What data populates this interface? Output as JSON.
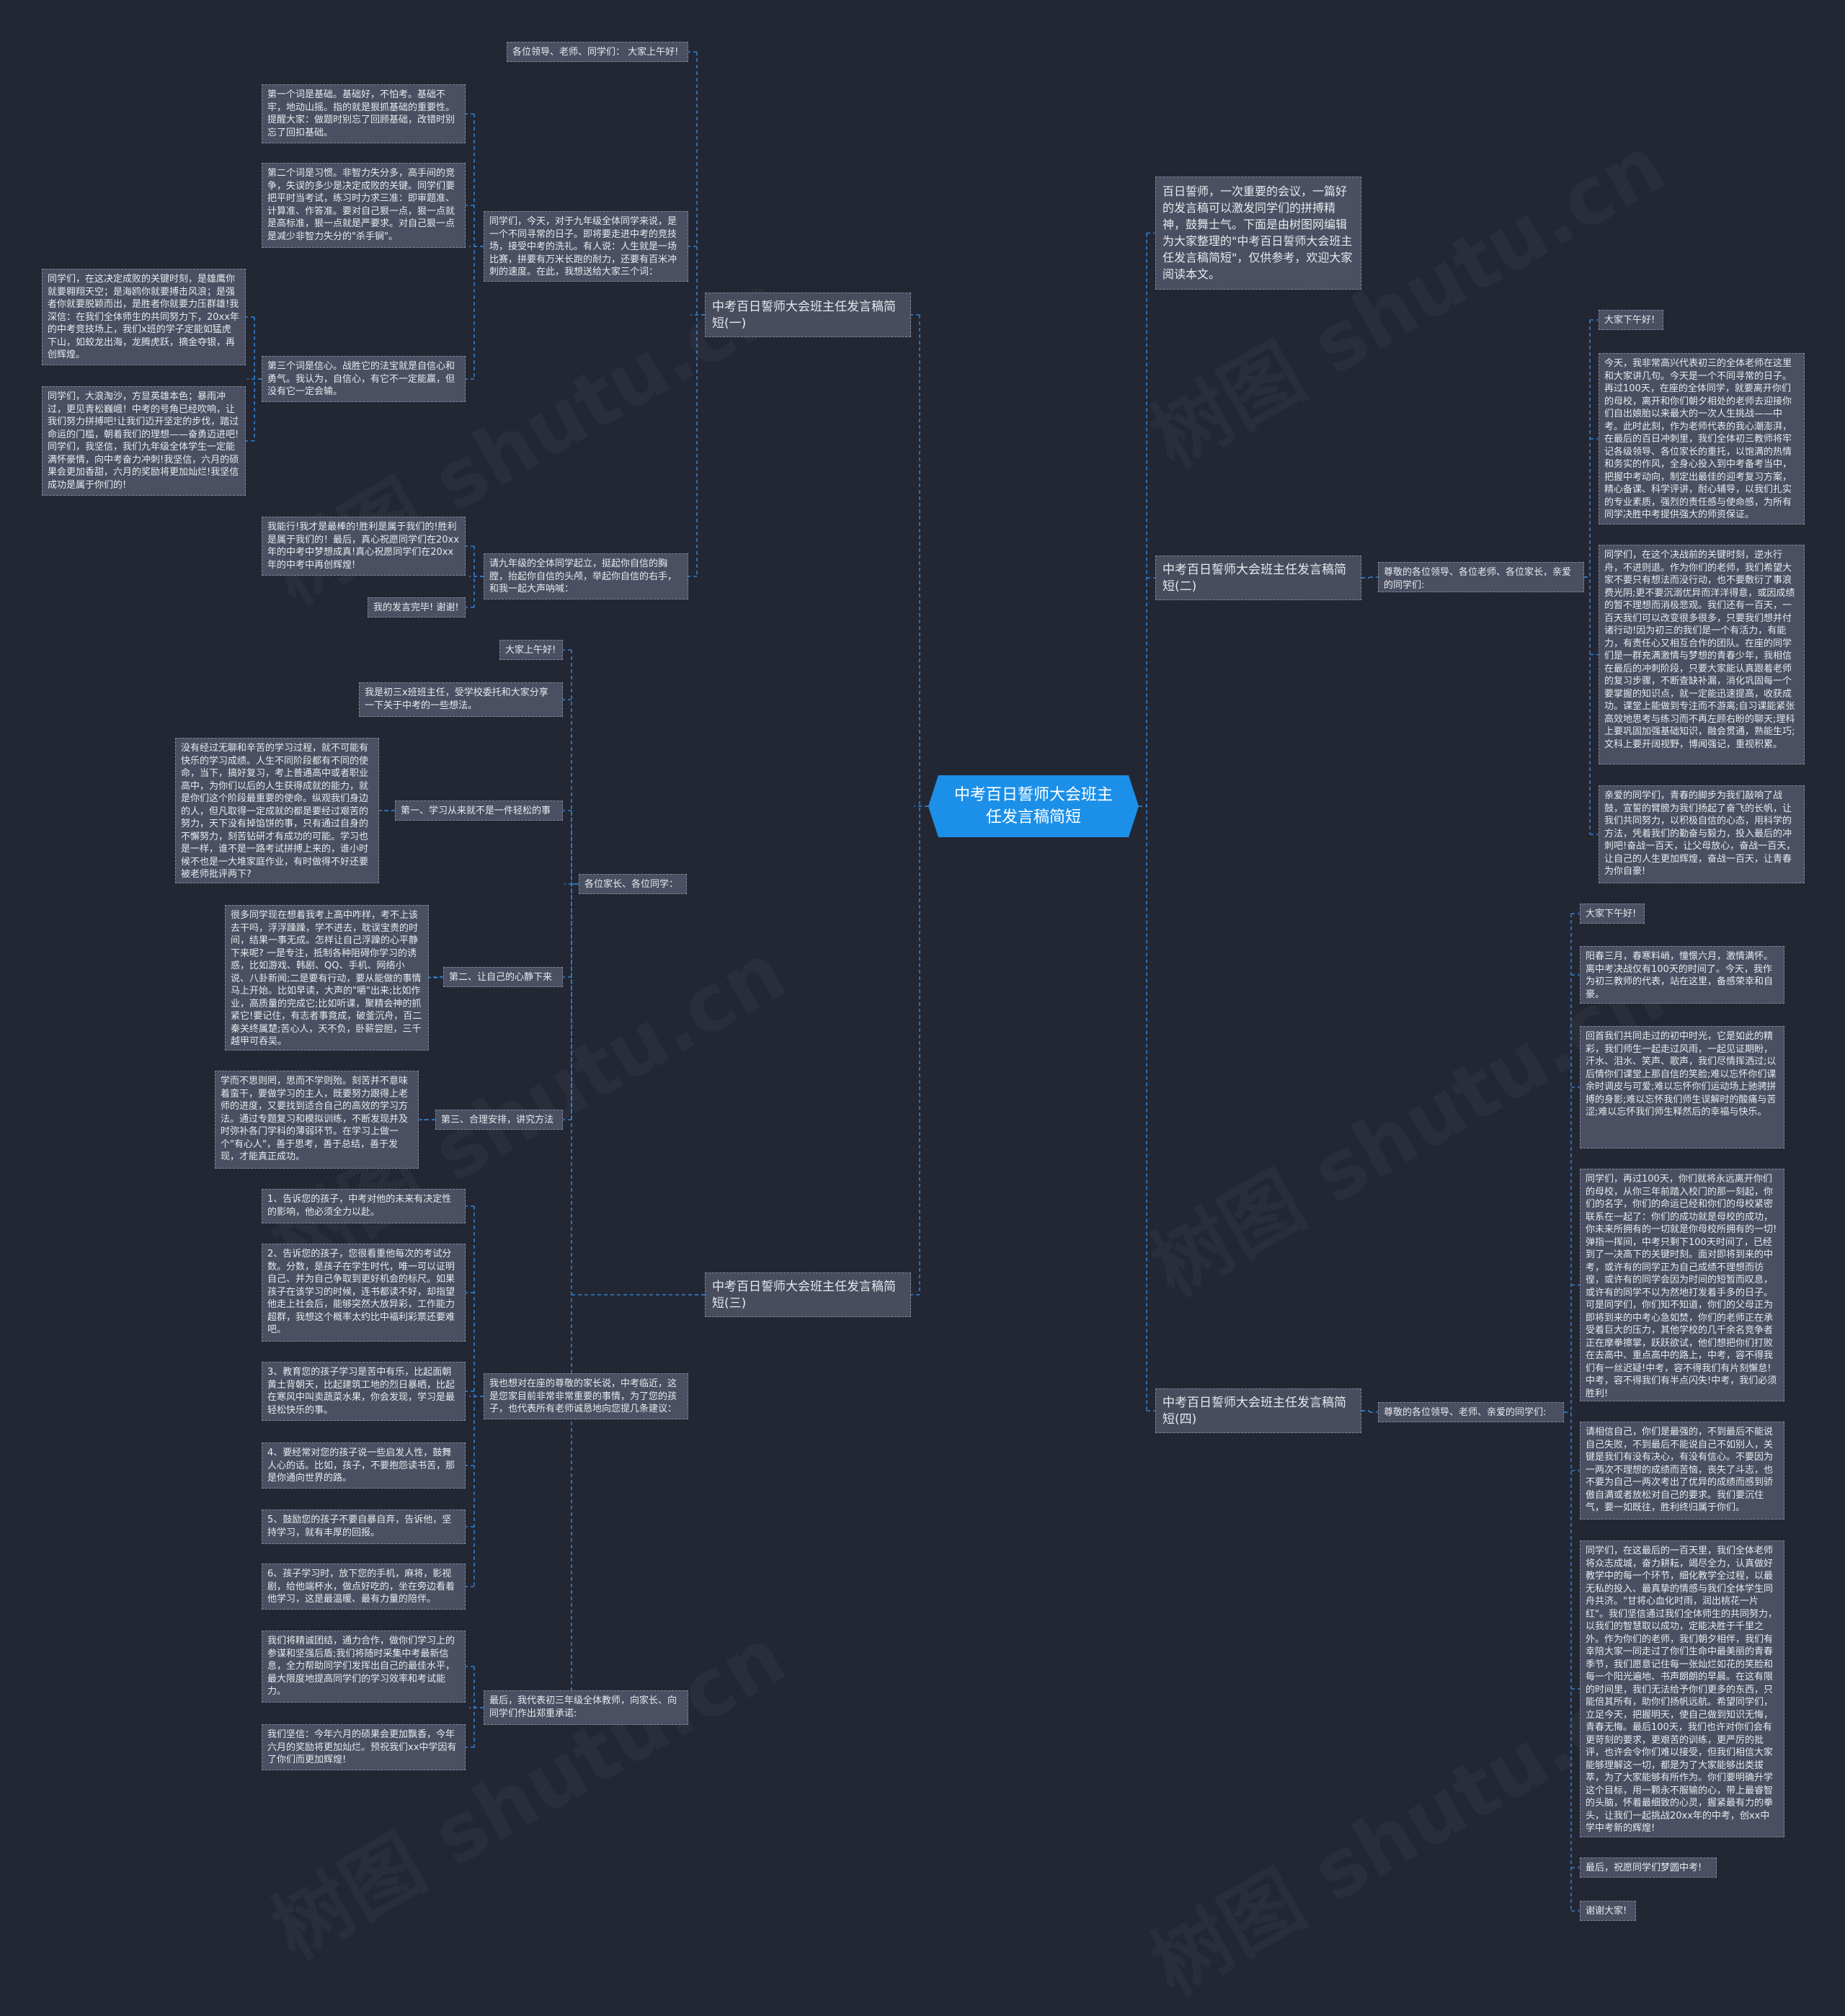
{
  "root": "中考百日誓师大会班主任发言稿简短",
  "intro": "百日誓师，一次重要的会议，一篇好的发言稿可以激发同学们的拼搏精神，鼓舞士气。下面是由树图网编辑为大家整理的\"中考百日誓师大会班主任发言稿简短\"，仅供参考，欢迎大家阅读本文。",
  "watermark": "树图 shutu.cn",
  "branch1": {
    "title": "中考百日誓师大会班主任发言稿简短(一)",
    "greet": "各位领导、老师、同学们：  大家上午好!",
    "p1": "同学们，今天，对于九年级全体同学来说，是一个不同寻常的日子。即将要走进中考的竞技场，接受中考的洗礼。有人说：人生就是一场比赛，拼要有万米长跑的耐力，还要有百米冲刺的速度。在此，我想送给大家三个词：",
    "w1": "第一个词是基础。基础好，不怕考。基础不牢，地动山摇。指的就是狠抓基础的重要性。提醒大家：做题时别忘了回顾基础，改错时别忘了回扣基础。",
    "w2": "第二个词是习惯。非智力失分多，高手间的竞争，失误的多少是决定成败的关键。同学们要把平时当考试，练习时力求三准：即审题准、计算准、作答准。要对自己狠一点，狠一点就是高标准，狠一点就是严要求。对自己狠一点是减少非智力失分的\"杀手锏\"。",
    "w3": "第三个词是信心。战胜它的法宝就是自信心和勇气。我认为，自信心，有它不一定能赢，但没有它一定会输。",
    "w3a": "同学们，在这决定成败的关键时刻，是雄鹰你就要翱翔天空；是海鸥你就要搏击风浪；是强者你就要脱颖而出，是胜者你就要力压群雄!我深信：在我们全体师生的共同努力下，20xx年的中考竞技场上，我们x班的学子定能如猛虎下山，如蛟龙出海，龙腾虎跃，摘金夺银，再创辉煌。",
    "w3b": "同学们，大浪淘沙，方显英雄本色；暴雨冲过，更见青松巍峨！中考的号角已经吹响，让我们努力拼搏吧!让我们迈开坚定的步伐，踏过命运的门槛，朝着我们的理想——奋勇迈进吧! 同学们，我坚信，我们九年级全体学生一定能满怀豪情，向中考奋力冲刺!我坚信，六月的硕果会更加香甜，六月的奖励将更加灿烂!我坚信成功是属于你们的!",
    "p2": "请九年级的全体同学起立，挺起你自信的胸膛，抬起你自信的头颅，举起你自信的右手，和我一起大声呐喊：",
    "s1": "我能行!我才是最棒的!胜利是属于我们的!胜利是属于我们的！最后，真心祝愿同学们在20xx年的中考中梦想成真!真心祝愿同学们在20xx年的中考中再创辉煌!",
    "s2": "我的发言完毕! 谢谢!"
  },
  "branch3": {
    "title": "中考百日誓师大会班主任发言稿简短(三)",
    "hello": "大家上午好!",
    "me": "我是初三x班班主任，受学校委托和大家分享一下关于中考的一些想法。",
    "parents": "各位家长、各位同学：",
    "pt1": "第一、学习从来就不是一件轻松的事",
    "pt1d": "没有经过无聊和辛苦的学习过程，就不可能有快乐的学习成绩。人生不同阶段都有不同的使命，当下，搞好复习，考上普通高中或者职业高中，为你们以后的人生获得成就的能力，就是你们这个阶段最重要的使命。纵观我们身边的人，但凡取得一定成就的都是要经过艰苦的努力，天下没有掉馅饼的事，只有通过自身的不懈努力，刻苦钻研才有成功的可能。学习也是一样，谁不是一路考试拼搏上来的，谁小时候不也是一大堆家庭作业，有时做得不好还要被老师批评两下?",
    "pt2": "第二、让自己的心静下来",
    "pt2d": "很多同学现在想着我考上高中咋样，考不上该去干吗，浮浮躁躁，学不进去，耽误宝贵的时间，结果一事无成。怎样让自己浮躁的心平静下来呢? 一是专注，抵制各种阻碍你学习的诱惑，比如游戏、韩剧、QQ、手机、网络小说、八卦新闻;二是要有行动，要从能做的事情马上开始。比如早读，大声的\"嚼\"出来;比如作业，高质量的完成它;比如听课，聚精会神的抓紧它!要记住，有志者事竟成，破釜沉舟，百二秦关终属楚;苦心人，天不负，卧薪尝胆，三千越甲可吞吴。",
    "pt3": "第三、合理安排，讲究方法",
    "pt3d": "学而不思则罔，思而不学则殆。刻苦并不意味着蛮干，要做学习的主人，既要努力跟得上老师的进度，又要找到适合自己的高效的学习方法。通过专题复习和模拟训练，不断发现并及时弥补各门学科的薄弱环节。在学习上做一个\"有心人\"，善于思考，善于总结，善于发现，才能真正成功。",
    "adv": "我也想对在座的尊敬的家长说，中考临近，这是您家目前非常非常重要的事情，为了您的孩子，也代表所有老师诚恳地向您提几条建议：",
    "a1": "1、告诉您的孩子，中考对他的未来有决定性的影响，他必须全力以赴。",
    "a2": "2、告诉您的孩子，您很看重他每次的考试分数。分数，是孩子在学生时代，唯一可以证明自己、并为自己争取到更好机会的标尺。如果孩子在该学习的时候，连书都读不好，却指望他走上社会后，能够突然大放异彩，工作能力超群，我想这个概率太约比中福利彩票还要难吧。",
    "a3": "3、教育您的孩子学习是苦中有乐，比起面朝黄土背朝天，比起建筑工地的烈日暴晒，比起在寒风中叫卖蔬菜水果，你会发现，学习是最轻松快乐的事。",
    "a4": "4、要经常对您的孩子说一些启发人性，鼓舞人心的话。比如，孩子，不要抱怨读书苦，那是你通向世界的路。",
    "a5": "5、鼓励您的孩子不要自暴自弃，告诉他，坚持学习，就有丰厚的回报。",
    "a6": "6、孩子学习时，放下您的手机，麻将，影视剧，给他端杯水，做点好吃的，坐在旁边看着他学习，这是最温暖、最有力量的陪伴。",
    "fin": "最后，我代表初三年级全体教师，向家长、向同学们作出郑重承诺:",
    "f1": "我们将精诚团结，通力合作，做你们学习上的参谋和坚强后盾;我们将随时采集中考最新信息，全力帮助同学们发挥出自己的最佳水平，最大限度地提高同学们的学习效率和考试能力。",
    "f2": "我们坚信：今年六月的硕果会更加飘香，今年六月的奖励将更加灿烂。预祝我们xx中学因有了你们而更加辉煌!"
  },
  "branch2": {
    "title": "中考百日誓师大会班主任发言稿简短(二)",
    "greet": "尊敬的各位领导、各位老师、各位家长，亲爱的同学们:",
    "hello": "大家下午好!",
    "p1": "今天，我非常高兴代表初三的全体老师在这里和大家讲几句。今天是一个不同寻常的日子。再过100天，在座的全体同学，就要离开你们的母校，离开和你们朝夕相处的老师去迎接你们自出娘胎以来最大的一次人生挑战——中考。此时此刻，作为老师代表的我心潮澎湃，在最后的百日冲刺里，我们全体初三教师将牢记各级领导、各位家长的重托，以饱满的热情和务实的作风，全身心投入到中考备考当中，把握中考动向，制定出最佳的迎考复习方案，精心备课、科学评讲，耐心辅导，以我们扎实的专业素质，强烈的责任感与使命感，为所有同学决胜中考提供强大的师资保证。",
    "p2": "同学们，在这个决战前的关键时刻，逆水行舟，不进则退。作为你们的老师，我们希望大家不要只有想法而没行动，也不要敷衍了事浪费光阴;更不要沉溺优异而洋洋得意，或因成绩的暂不理想而消极悲观。我们还有一百天，一百天我们可以改变很多很多，只要我们想并付诸行动!因为初三的我们是一个有活力，有能力，有责任心又相互合作的团队。在座的同学们是一群充满激情与梦想的青春少年，我相信在最后的冲刺阶段，只要大家能认真跟着老师的复习步骤，不断查缺补漏，消化巩固每一个要掌握的知识点，就一定能迅速提高，收获成功。课堂上能做到专注而不游离;自习课能紧张高效地思考与练习而不再左顾右盼的聊天;理科上要巩固加强基础知识，融会贯通，熟能生巧;文科上要开阔视野，博闻强记，重视积累。",
    "p3": "亲爱的同学们，青春的脚步为我们敲响了战鼓，宣誓的臂膀为我们扬起了奋飞的长帆，让我们共同努力，以积极自信的心态，用科学的方法，凭着我们的勤奋与毅力，投入最后的冲刺吧!奋战一百天，让父母放心，奋战一百天，让自己的人生更加辉煌，奋战一百天，让青春为你自豪!"
  },
  "branch4": {
    "title": "中考百日誓师大会班主任发言稿简短(四)",
    "greet": "尊敬的各位领导、老师、亲爱的同学们:",
    "hello": "大家下午好!",
    "p1": "阳春三月，春寒料峭，憧憬六月，激情满怀。离中考决战仅有100天的时间了。今天，我作为初三教师的代表，站在这里，备感荣幸和自豪。",
    "p2": "回首我们共同走过的初中时光，它是如此的精彩，我们师生一起走过风雨，一起见证期盼，汗水、泪水、笑声、歌声，我们尽情挥洒过;以后情你们课堂上那自信的笑脸;难以忘怀你们课余时调皮与可爱;难以忘怀你们运动场上驰骋拼搏的身影;难以忘怀我们师生误解时的酸痛与苦涩;难以忘怀我们师生释然后的幸福与快乐。",
    "p3": "同学们，再过100天，你们就将永远离开你们的母校，从你三年前踏入校门的那一刻起，你们的名字，你们的命运已经和你们的母校紧密联系在一起了：你们的成功就是母校的成功，你未来所拥有的一切就是你母校所拥有的一切!弹指一挥间，中考只剩下100天时间了，已经到了一决高下的关键时刻。面对即将到来的中考，或许有的同学正为自己成绩不理想而彷徨，或许有的同学会因为时间的短暂而叹息，或许有的同学不以为然地打发着手多的日子。可是同学们，你们知不知道，你们的父母正为即将到来的中考心急如焚，你们的老师正在承受着巨大的压力，其他学校的几千余名竞争者正在摩拳擦掌，跃跃欲试，他们想把你们打败在去高中、重点高中的路上，中考，容不得我们有一丝迟疑!中考，容不得我们有片刻懈怠!中考，容不得我们有半点闪失!中考，我们必须胜利!",
    "p4": "请相信自己，你们是最强的，不到最后不能说自己失败，不到最后不能说自己不如别人，关键是我们有没有决心，有没有信心。不要因为一两次不理想的成绩而苦恼，丧失了斗志，也不要为自己一两次考出了优异的成绩而感到骄傲自满或者放松对自己的要求。我们要沉住气，要一如既往，胜利终归属于你们。",
    "p5": "同学们，在这最后的一百天里，我们全体老师将众志成城，奋力耕耘，竭尽全力，认真做好教学中的每一个环节，细化教学全过程，以最无私的投入、最真挚的情感与我们全体学生同舟共济。\"甘将心血化时雨，润出桃花一片红\"。我们坚信通过我们全体师生的共同努力，以我们的智慧取以成功，定能决胜于千里之外。作为你们的老师，我们朝夕相伴，我们有幸陪大家一同走过了你们生命中最美丽的青春季节，我们愿意记住每一张灿烂如花的笑脸和每一个阳光遍地、书声朗朗的早晨。在这有限的时间里，我们无法给予你们更多的东西，只能倍其所有，助你们扬帆远航。希望同学们，立足今天，把握明天，使自己做到知识无悔，青春无悔。最后100天，我们也许对你们会有更苛刻的要求，更艰苦的训练，更严厉的批评，也许会令你们难以接受，但我们相信大家能够理解这一切，都是为了大家能够出类拔萃，为了大家能够有所作为。你们要明确升学这个目标，用一颗永不服输的心，带上最睿智的头脑，怀着最细致的心灵，握紧最有力的拳头，让我们一起挑战20xx年的中考，创xx中学中考新的辉煌!",
    "p6": "最后，祝愿同学们梦圆中考!",
    "p7": "谢谢大家!"
  }
}
